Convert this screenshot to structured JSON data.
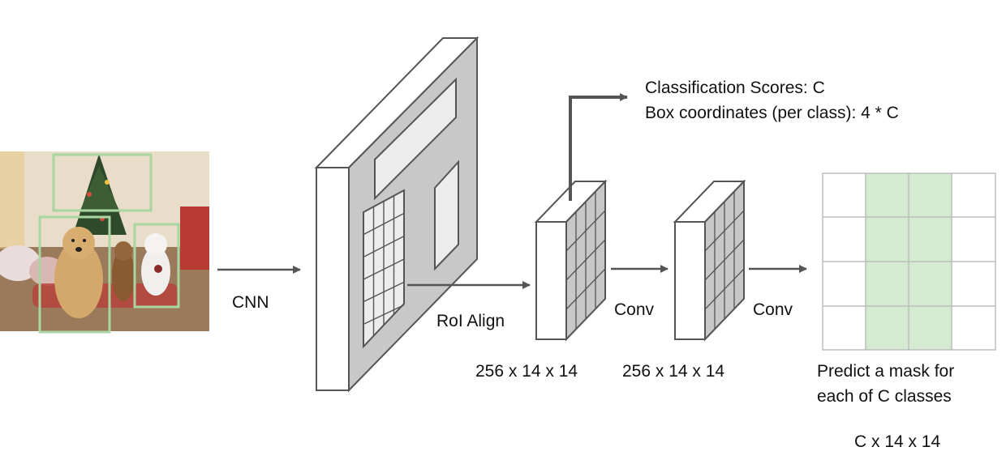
{
  "labels": {
    "cnn": "CNN",
    "roi_align": "RoI Align",
    "conv_1": "Conv",
    "conv_2": "Conv",
    "roi_feature_size": "256 x 14 x 14",
    "conv_feature_size": "256 x 14 x 14",
    "classification_scores": "Classification Scores: C",
    "box_coordinates": "Box coordinates (per class): 4 * C",
    "predict_mask_line1": "Predict a mask for",
    "predict_mask_line2": "each of C classes",
    "mask_size": "C x 14 x 14"
  },
  "colors": {
    "detection_box": "#a8d5a0",
    "feature_face": "#c8c8c8",
    "feature_edge": "#555555",
    "region_fill": "#ececec",
    "arrow": "#555555",
    "mask_highlight": "#d4ebd2",
    "mask_grid": "#bdbdbd"
  }
}
